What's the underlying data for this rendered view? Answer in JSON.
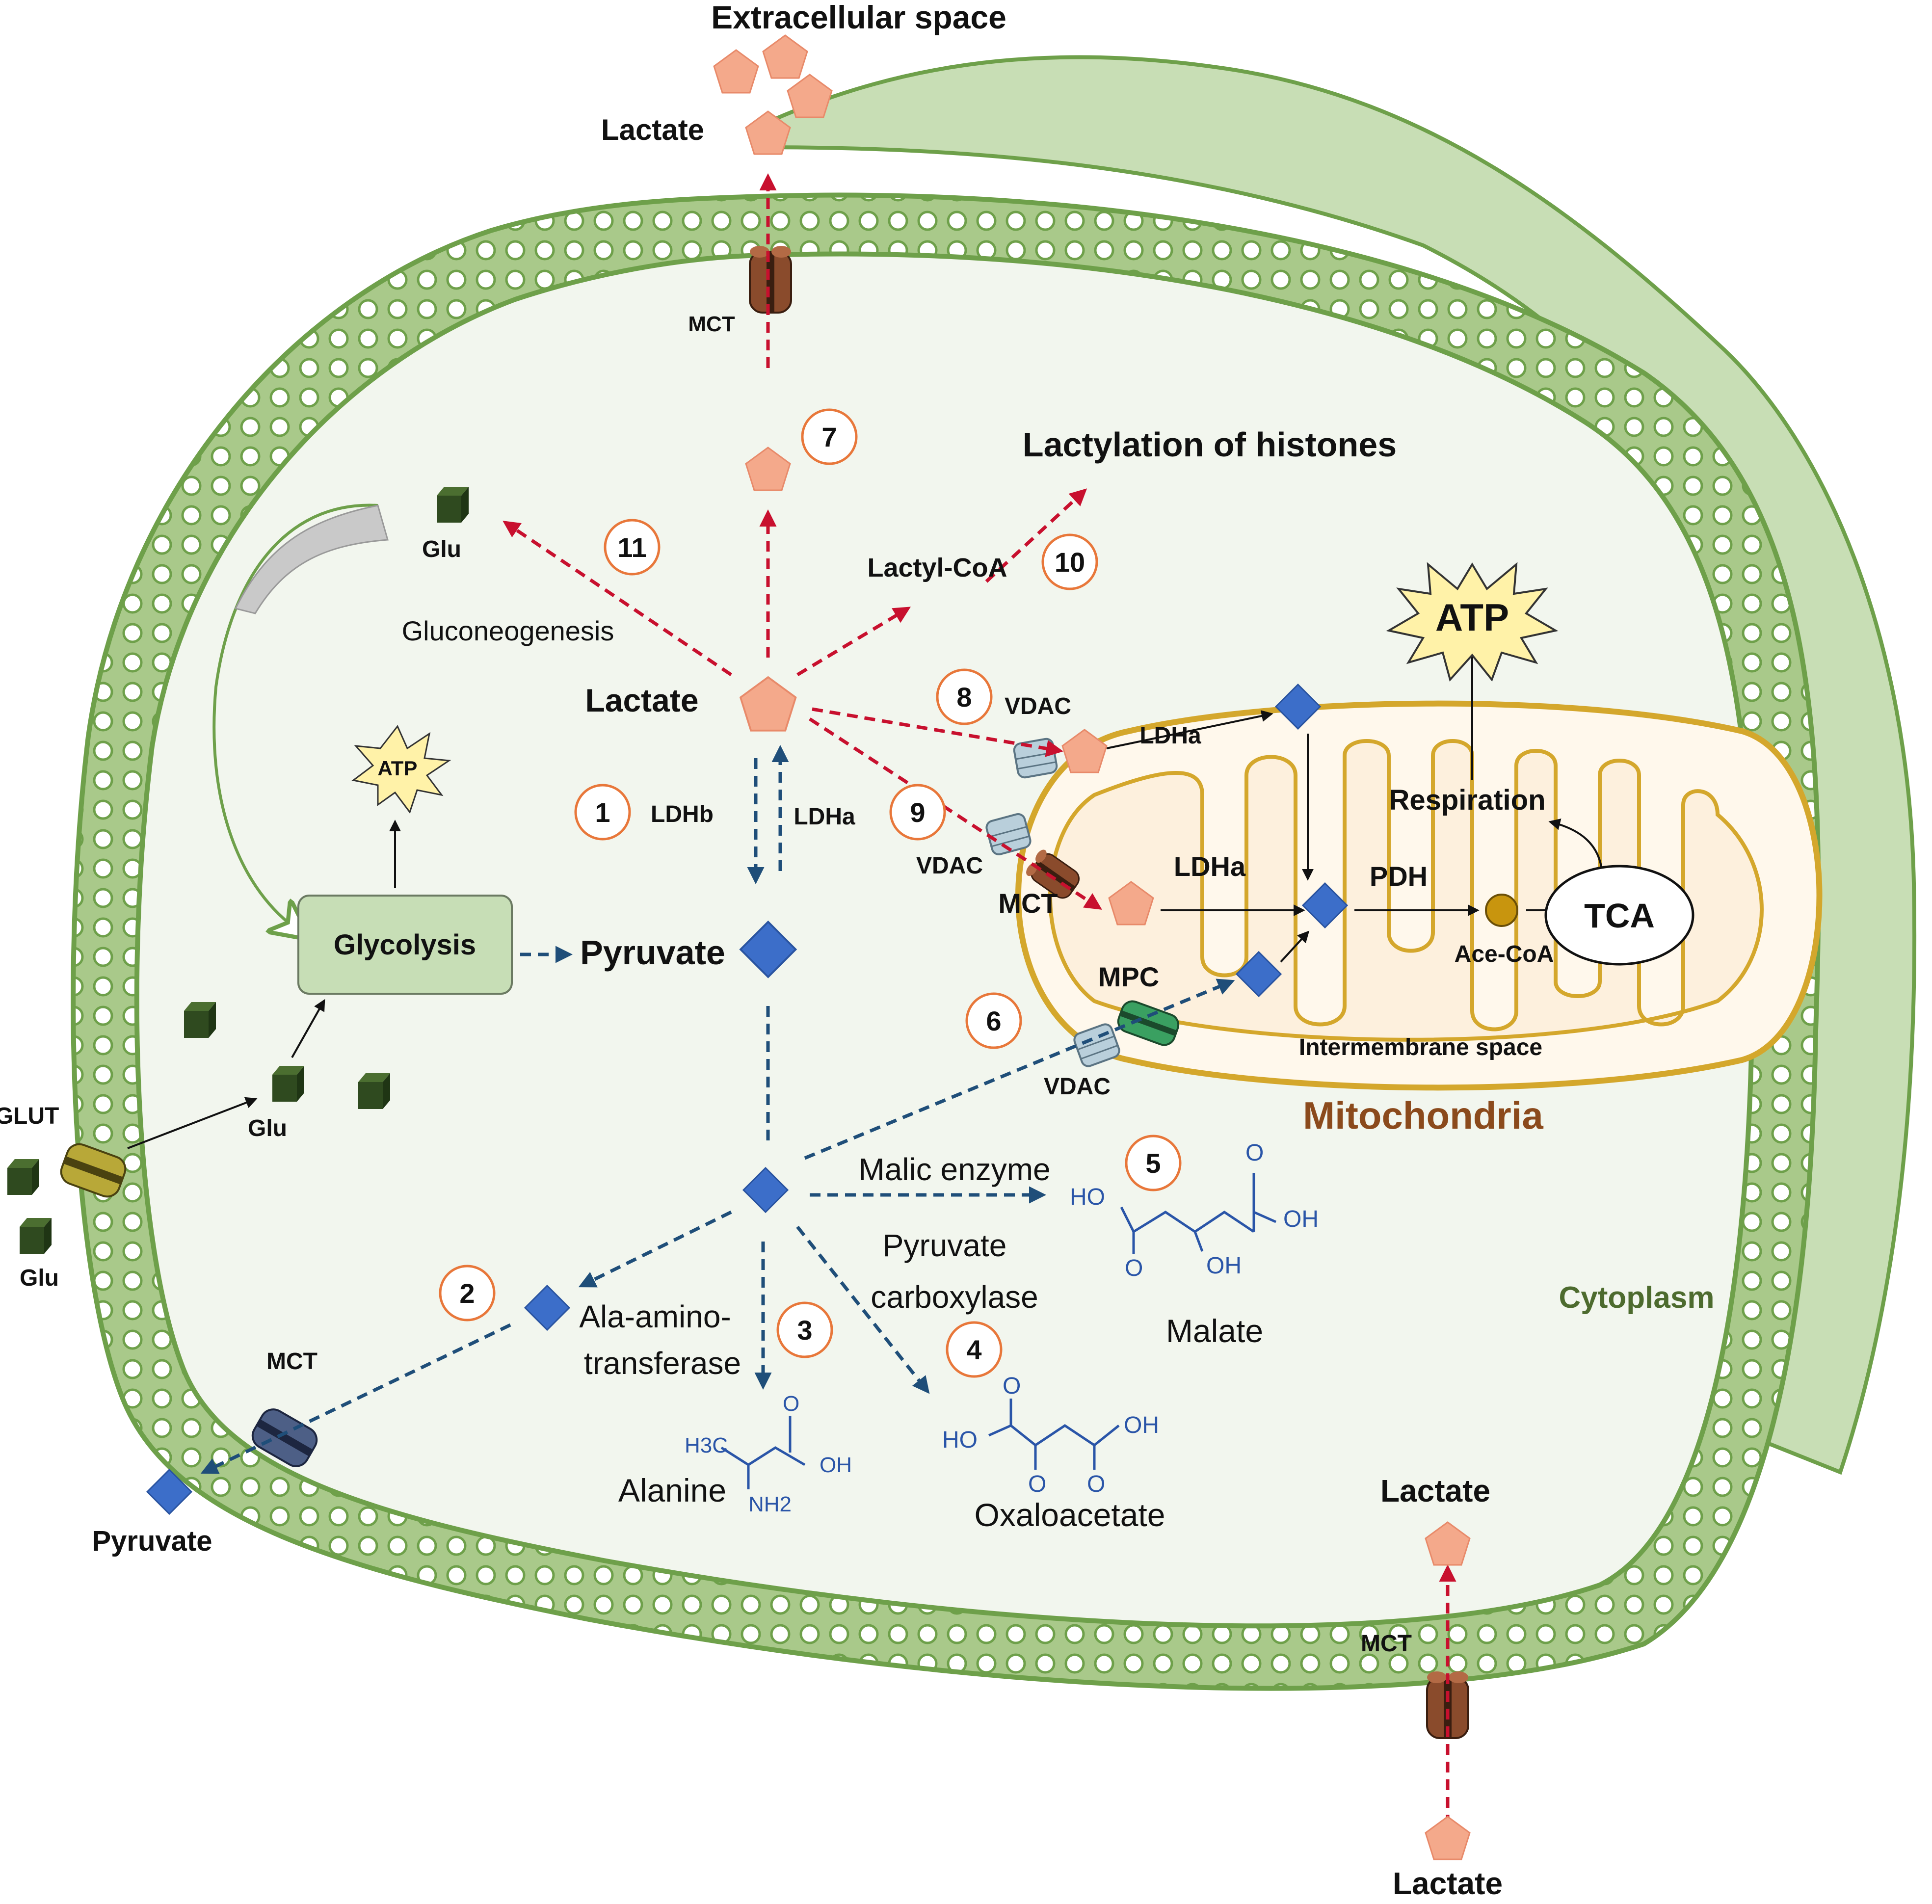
{
  "labels": {
    "extracellular": "Extracellular space",
    "lactate_membrane": "Lactate",
    "mct_top": "MCT",
    "lactylation": "Lactylation of histones",
    "lactyl_coa": "Lactyl-CoA",
    "gluconeogenesis": "Gluconeogenesis",
    "lactate_center": "Lactate",
    "ldhb": "LDHb",
    "ldha_center": "LDHa",
    "atp_small": "ATP",
    "glycolysis": "Glycolysis",
    "pyruvate_center": "Pyruvate",
    "glu_top": "Glu",
    "glu_mid": "Glu",
    "glu_bottom": "Glu",
    "glut": "GLUT",
    "mct_left": "MCT",
    "pyruvate_out": "Pyruvate",
    "ala_amino": "Ala-amino-",
    "transferase": "transferase",
    "alanine": "Alanine",
    "pyruvate_carboxylase_1": "Pyruvate",
    "pyruvate_carboxylase_2": "carboxylase",
    "oxaloacetate": "Oxaloacetate",
    "malic_enzyme": "Malic enzyme",
    "malate": "Malate",
    "cytoplasm": "Cytoplasm",
    "mitochondria": "Mitochondria",
    "intermembrane": "Intermembrane space",
    "vdac_8": "VDAC",
    "vdac_9": "VDAC",
    "vdac_6": "VDAC",
    "mct_mito": "MCT",
    "mpc": "MPC",
    "ldha_top": "LDHa",
    "ldha_mito": "LDHa",
    "pdh": "PDH",
    "ace_coa": "Ace-CoA",
    "tca": "TCA",
    "respiration": "Respiration",
    "atp_big": "ATP",
    "lactate_bottom_in": "Lactate",
    "lactate_bottom_out": "Lactate",
    "mct_bottom": "MCT"
  },
  "steps": [
    "1",
    "2",
    "3",
    "4",
    "5",
    "6",
    "7",
    "8",
    "9",
    "10",
    "11"
  ],
  "chem": {
    "h3c": "H3C",
    "oh": "OH",
    "o": "O",
    "nh2": "NH2",
    "ho": "HO"
  },
  "colors": {
    "lactate": "#f4a98b",
    "pyruvate": "#3c6ec9",
    "glucose": "#2f4a1f",
    "lactate_flux": "#c8102e",
    "pyruvate_flux": "#1f4e79",
    "step_circle": "#e8773a",
    "mito_text": "#8b4a1c",
    "cytoplasm_text": "#4d6b2e",
    "membrane": "#6ea04a"
  }
}
